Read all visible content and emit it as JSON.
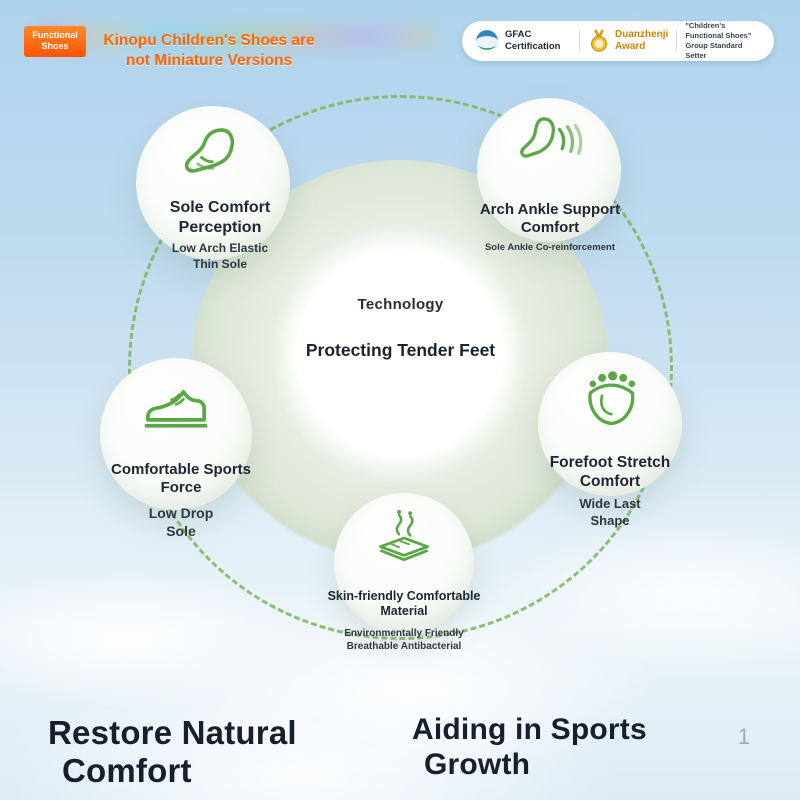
{
  "colors": {
    "accent_green": "#5aa845",
    "accent_orange": "#ff6600",
    "gold": "#c8860a",
    "headline": "#161f2b"
  },
  "header": {
    "badge_label": "Functional Shoes",
    "title_line1": "Kinopu Children's Shoes are",
    "title_line2": "not Miniature Versions",
    "certifications": {
      "gfac_label": "GFAC Certification",
      "award_line1": "Duanzhenji",
      "award_line2": "Award",
      "standard_line1": "\"Children's Functional Shoes\"",
      "standard_line2": "Group Standard Setter"
    }
  },
  "diagram": {
    "center_kicker": "Technology",
    "center_title": "Protecting Tender Feet",
    "nodes": [
      {
        "title": "Sole Comfort Perception",
        "subtitle": "Low Arch Elastic Thin Sole",
        "icon": "foot-icon"
      },
      {
        "title": "Arch Ankle Support Comfort",
        "subtitle": "Sole Ankle Co-reinforcement",
        "icon": "ankle-support-icon"
      },
      {
        "title": "Forefoot Stretch Comfort",
        "subtitle": "Wide Last Shape",
        "icon": "forefoot-icon"
      },
      {
        "title": "Skin-friendly Comfortable Material",
        "subtitle": "Environmentally Friendly Breathable Antibacterial",
        "icon": "breathable-material-icon"
      },
      {
        "title": "Comfortable Sports Force",
        "subtitle": "Low Drop Sole",
        "icon": "sneaker-icon"
      }
    ]
  },
  "footer": {
    "left_line1": "Restore Natural",
    "left_line2": "Comfort",
    "right_line1": "Aiding in Sports",
    "right_line2": "Growth",
    "page_number": "1"
  }
}
